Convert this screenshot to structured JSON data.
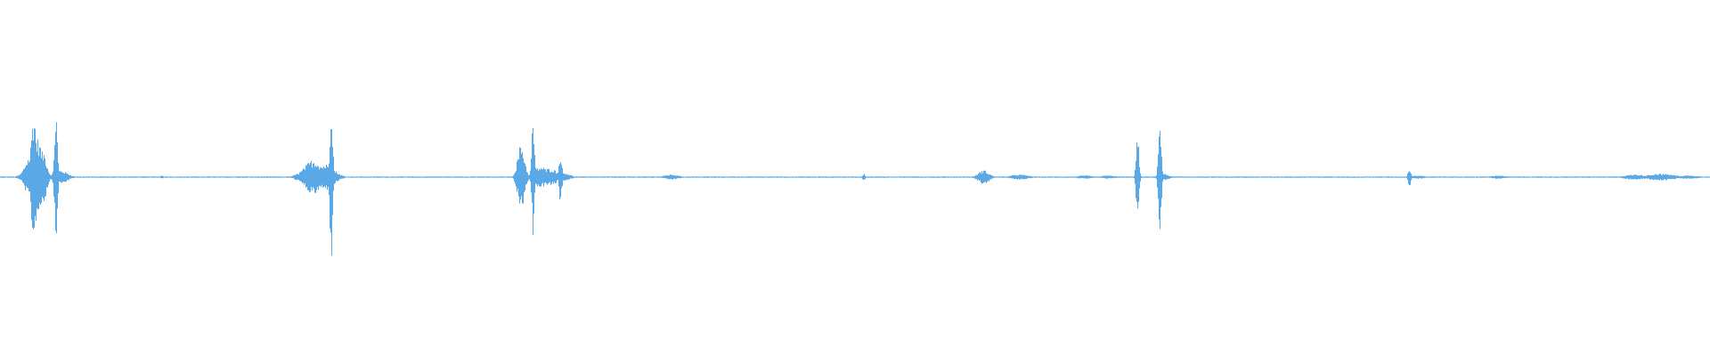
{
  "waveform": {
    "color": "#5aa9e6",
    "background": "#ffffff",
    "duration_fraction_range": [
      0,
      1
    ],
    "amplitude_range": [
      -1,
      1
    ],
    "baseline_noise": 0.008,
    "events": [
      {
        "t": 0.0143,
        "amp": 0.05,
        "width": 0.003
      },
      {
        "t": 0.0175,
        "amp": 0.25,
        "width": 0.003
      },
      {
        "t": 0.0195,
        "amp": 0.75,
        "width": 0.0015
      },
      {
        "t": 0.0215,
        "amp": 0.45,
        "width": 0.003
      },
      {
        "t": 0.025,
        "amp": 0.3,
        "width": 0.002
      },
      {
        "t": 0.0325,
        "amp": 0.8,
        "width": 0.0008
      },
      {
        "t": 0.035,
        "amp": 0.08,
        "width": 0.004
      },
      {
        "t": 0.0945,
        "amp": 0.02,
        "width": 0.001
      },
      {
        "t": 0.178,
        "amp": 0.08,
        "width": 0.004
      },
      {
        "t": 0.183,
        "amp": 0.2,
        "width": 0.005
      },
      {
        "t": 0.19,
        "amp": 0.15,
        "width": 0.005
      },
      {
        "t": 0.1935,
        "amp": 0.99,
        "width": 0.0008
      },
      {
        "t": 0.196,
        "amp": 0.05,
        "width": 0.002
      },
      {
        "t": 0.3045,
        "amp": 0.38,
        "width": 0.002
      },
      {
        "t": 0.3115,
        "amp": 0.67,
        "width": 0.0008
      },
      {
        "t": 0.316,
        "amp": 0.12,
        "width": 0.004
      },
      {
        "t": 0.321,
        "amp": 0.1,
        "width": 0.005
      },
      {
        "t": 0.3275,
        "amp": 0.3,
        "width": 0.0008
      },
      {
        "t": 0.33,
        "amp": 0.05,
        "width": 0.003
      },
      {
        "t": 0.3925,
        "amp": 0.03,
        "width": 0.004
      },
      {
        "t": 0.505,
        "amp": 0.04,
        "width": 0.0008
      },
      {
        "t": 0.575,
        "amp": 0.08,
        "width": 0.003
      },
      {
        "t": 0.596,
        "amp": 0.03,
        "width": 0.005
      },
      {
        "t": 0.634,
        "amp": 0.02,
        "width": 0.004
      },
      {
        "t": 0.648,
        "amp": 0.02,
        "width": 0.004
      },
      {
        "t": 0.665,
        "amp": 0.48,
        "width": 0.0008
      },
      {
        "t": 0.678,
        "amp": 0.7,
        "width": 0.0008
      },
      {
        "t": 0.68,
        "amp": 0.04,
        "width": 0.003
      },
      {
        "t": 0.824,
        "amp": 0.11,
        "width": 0.0008
      },
      {
        "t": 0.829,
        "amp": 0.02,
        "width": 0.004
      },
      {
        "t": 0.876,
        "amp": 0.02,
        "width": 0.004
      },
      {
        "t": 0.956,
        "amp": 0.03,
        "width": 0.006
      },
      {
        "t": 0.971,
        "amp": 0.04,
        "width": 0.008
      },
      {
        "t": 0.987,
        "amp": 0.02,
        "width": 0.006
      }
    ]
  }
}
